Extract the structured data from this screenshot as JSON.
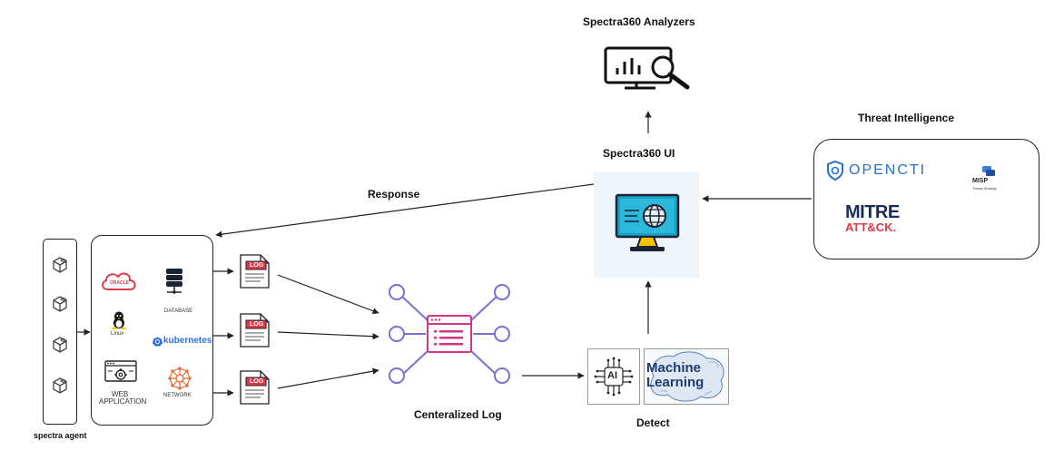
{
  "analyzers": {
    "title": "Spectra360 Analyzers",
    "icon": "chart-magnifier-icon"
  },
  "spectra_ui": {
    "title": "Spectra360 UI",
    "icon": "monitor-globe-icon"
  },
  "threat_intelligence": {
    "title": "Threat Intelligence",
    "opencti": "OPENCTI",
    "mitre_line1": "MITRE",
    "mitre_line2": "ATT&CK.",
    "misp": "MISP",
    "misp_sub": "Threat Sharing"
  },
  "response": {
    "label": "Response"
  },
  "agent": {
    "label": "spectra agent",
    "icon": "package-icon"
  },
  "sources": {
    "oracle": "ORACLE",
    "database": "DATABASE",
    "linux": "Linux",
    "kubernetes": "kubernetes",
    "web_line1": "WEB",
    "web_line2": "APPLICATION",
    "network": "NETWORK"
  },
  "logs": {
    "tag": "LOG"
  },
  "central_log": {
    "label": "Centeralized Log",
    "icon": "log-hub-icon"
  },
  "detect": {
    "label": "Detect",
    "ai": "AI",
    "ml_line1": "Machine",
    "ml_line2": "Learning"
  },
  "colors": {
    "accent_red": "#e0394a",
    "hub_pink": "#d63384",
    "hub_purple": "#7b6fd6",
    "panel_bg": "#eef5fb",
    "ml_navy": "#1f3a6b"
  }
}
